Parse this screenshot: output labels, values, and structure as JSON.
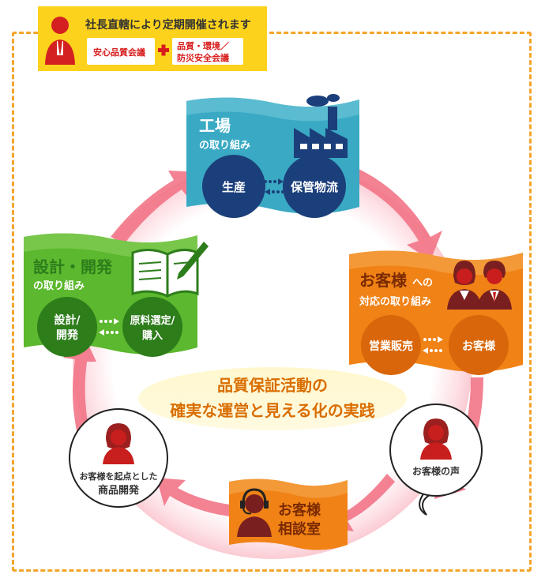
{
  "header": {
    "title": "社長直轄により定期開催されます",
    "meeting_1": "安心品質会議",
    "meeting_2_line1": "品質・環境／",
    "meeting_2_line2": "防災安全会議"
  },
  "center": {
    "line1": "品質保証活動の",
    "line2": "確実な運営と見える化の実践"
  },
  "factory": {
    "title": "工場",
    "subtitle": "の取り組み",
    "left_circle": "生産",
    "right_circle": "保管物流"
  },
  "design": {
    "title": "設計・開発",
    "subtitle": "の取り組み",
    "left_circle_line1": "設計/",
    "left_circle_line2": "開発",
    "right_circle_line1": "原料選定/",
    "right_circle_line2": "購入"
  },
  "customer": {
    "title": "お客様",
    "title_suffix": "への",
    "subtitle": "対応の取り組み",
    "left_circle": "営業販売",
    "right_circle": "お客様"
  },
  "consultation": {
    "line1": "お客様",
    "line2": "相談室"
  },
  "voice": {
    "label": "お客様の声"
  },
  "product_dev": {
    "line1": "お客様を起点とした",
    "line2": "商品開発"
  },
  "colors": {
    "accent_red": "#c81e1e",
    "frame_orange": "#f3a52a",
    "factory_blue": "#3aaac4",
    "factory_navy": "#1b3f7a",
    "design_green": "#5cb82e",
    "design_dark": "#2d7d1b",
    "customer_orange": "#f08216",
    "customer_dark": "#d9660a",
    "ring_pink": "#f07a8a"
  }
}
